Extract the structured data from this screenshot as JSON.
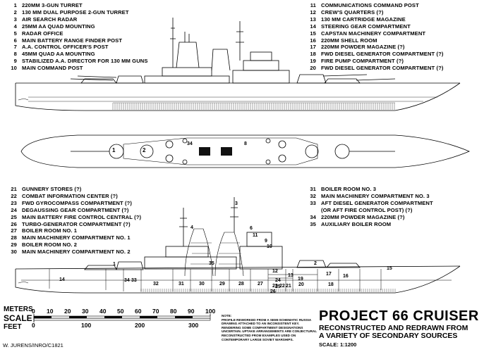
{
  "legend_top_left": [
    {
      "num": "1",
      "label": "220MM 3-GUN TURRET"
    },
    {
      "num": "2",
      "label": "130 MM DUAL PURPOSE 2-GUN TURRET"
    },
    {
      "num": "3",
      "label": "AIR SEARCH RADAR"
    },
    {
      "num": "4",
      "label": "25MM AA QUAD MOUNTING"
    },
    {
      "num": "5",
      "label": "RADAR OFFICE"
    },
    {
      "num": "6",
      "label": "MAIN BATTERY RANGE FINDER POST"
    },
    {
      "num": "7",
      "label": "A.A. CONTROL OFFICER'S POST"
    },
    {
      "num": "8",
      "label": "45MM QUAD AA MOUNTING"
    },
    {
      "num": "9",
      "label": "STABILIZED A.A. DIRECTOR FOR 130 MM GUNS"
    },
    {
      "num": "10",
      "label": "MAIN COMMAND POST"
    }
  ],
  "legend_top_right": [
    {
      "num": "11",
      "label": "COMMUNICATIONS COMMAND POST"
    },
    {
      "num": "12",
      "label": "CREW'S QUARTERS (?)"
    },
    {
      "num": "13",
      "label": "130 MM CARTRIDGE MAGAZINE"
    },
    {
      "num": "14",
      "label": "STEERING GEAR COMPARTMENT"
    },
    {
      "num": "15",
      "label": "CAPSTAN MACHINERY COMPARTMENT"
    },
    {
      "num": "16",
      "label": "220MM SHELL ROOM"
    },
    {
      "num": "17",
      "label": "220MM POWDER MAGAZINE (?)"
    },
    {
      "num": "18",
      "label": "FWD DIESEL GENERATOR COMPARTMENT (?)"
    },
    {
      "num": "19",
      "label": "FIRE PUMP COMPARTMENT (?)"
    },
    {
      "num": "20",
      "label": "FWD DIESEL GENERATOR COMPARTMENT (?)"
    }
  ],
  "legend_mid_left": [
    {
      "num": "21",
      "label": "GUNNERY STORES (?)"
    },
    {
      "num": "22",
      "label": "COMBAT INFORMATION CENTER (?)"
    },
    {
      "num": "23",
      "label": "FWD GYROCOMPASS COMPARTMENT (?)"
    },
    {
      "num": "24",
      "label": "DEGAUSSING GEAR COMPARTMENT (?)"
    },
    {
      "num": "25",
      "label": "MAIN BATTERY FIRE CONTROL CENTRAL (?)"
    },
    {
      "num": "26",
      "label": "TURBO-GENERATOR COMPARTMENT (?)"
    },
    {
      "num": "27",
      "label": "BOILER ROOM NO. 1"
    },
    {
      "num": "28",
      "label": "MAIN MACHINERY COMPARTMENT NO. 1"
    },
    {
      "num": "29",
      "label": "BOILER ROOM NO. 2"
    },
    {
      "num": "30",
      "label": "MAIN MACHINERY COMPARTMENT NO. 2"
    }
  ],
  "legend_mid_right": [
    {
      "num": "31",
      "label": "BOILER ROOM NO. 3"
    },
    {
      "num": "32",
      "label": "MAIN MACHINERY COMPARTMENT NO. 3"
    },
    {
      "num": "33",
      "label": "AFT DIESEL GENERATOR COMPARTMENT",
      "sub": "(OR AFT FIRE CONTROL POST) (?)"
    },
    {
      "num": "34",
      "label": "220MM POWDER MAGAZINE (?)"
    },
    {
      "num": "35",
      "label": "AUXILIARY BOILER ROOM"
    }
  ],
  "scale_bar": {
    "meters_label": "METERS",
    "scale_label": "SCALE",
    "feet_label": "FEET",
    "meter_ticks": [
      "0",
      "10",
      "20",
      "30",
      "40",
      "50",
      "60",
      "70",
      "80",
      "90",
      "100"
    ],
    "feet_ticks": [
      "0",
      "100",
      "200",
      "300"
    ]
  },
  "note": "NOTE:\nPROFILE REWORKED FROM A SEMI-SCHEMATIC RUSSIA\nDRAWING ATTACHED TO AN INCONSISTENT KEY.\nRENDERING SOME COMPARTMENT DESIGNATIONS\nUNCERTAIN. UPTAKE ARRANGEMENTS ARE CONJECTURAL\nRECONSTRUCTED FROM EXAMPLES USED ON\nCONTEMPORARY LARGE SOVIET WARSHIPS.",
  "title": "PROJECT 66 CRUISER",
  "subtitle_lines": [
    "RECONSTRUCTED AND REDRAWN FROM",
    "A VARIETY OF SECONDARY SOURCES"
  ],
  "scale_text": "SCALE: 1:1200",
  "credit": "W. JURENS/INRO/C1821",
  "plan_labels": [
    "1",
    "2",
    "34",
    "8"
  ],
  "section_labels": [
    "1",
    "2",
    "3",
    "4",
    "6",
    "9",
    "10",
    "11",
    "12",
    "13",
    "14",
    "15",
    "16",
    "17",
    "18",
    "19",
    "20",
    "21",
    "22",
    "23",
    "24",
    "25",
    "26",
    "27",
    "28",
    "29",
    "30",
    "31",
    "32",
    "33",
    "34",
    "35"
  ]
}
